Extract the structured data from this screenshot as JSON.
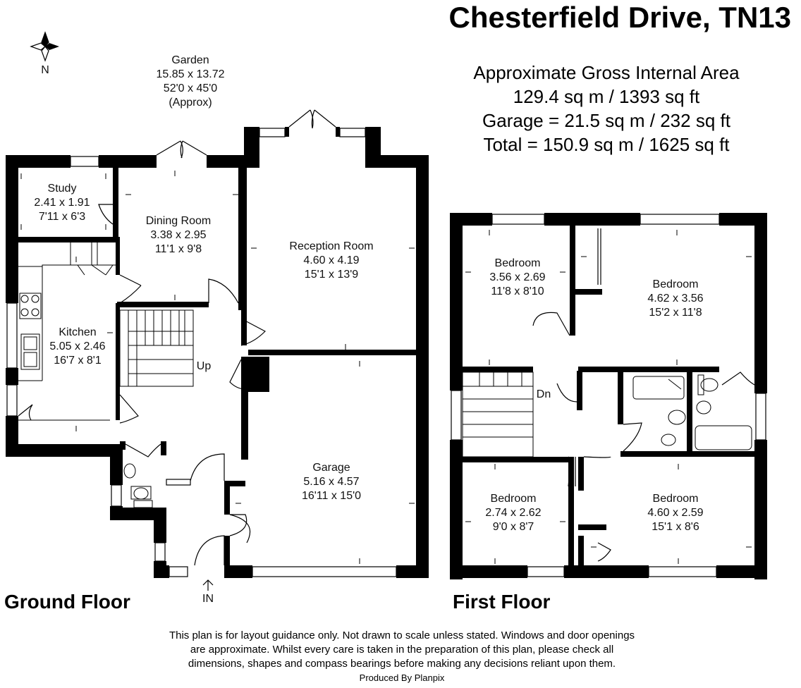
{
  "title": "Chesterfield Drive, TN13",
  "area": {
    "heading": "Approximate Gross Internal Area",
    "internal": "129.4 sq m / 1393 sq ft",
    "garage": "Garage = 21.5 sq m / 232 sq ft",
    "total": "Total = 150.9 sq m / 1625 sq ft"
  },
  "compass": {
    "label": "N"
  },
  "garden": {
    "name": "Garden",
    "metric": "15.85 x 13.72",
    "imperial": "52'0 x 45'0",
    "note": "(Approx)"
  },
  "ground_floor": {
    "label": "Ground Floor",
    "rooms": {
      "study": {
        "name": "Study",
        "metric": "2.41 x 1.91",
        "imperial": "7'11 x 6'3"
      },
      "dining": {
        "name": "Dining Room",
        "metric": "3.38 x 2.95",
        "imperial": "11'1 x 9'8"
      },
      "reception": {
        "name": "Reception Room",
        "metric": "4.60 x 4.19",
        "imperial": "15'1 x 13'9"
      },
      "kitchen": {
        "name": "Kitchen",
        "metric": "5.05 x 2.46",
        "imperial": "16'7 x 8'1"
      },
      "garage": {
        "name": "Garage",
        "metric": "5.16 x 4.57",
        "imperial": "16'11 x 15'0"
      }
    },
    "stairs_label": "Up",
    "entrance_label": "IN"
  },
  "first_floor": {
    "label": "First Floor",
    "rooms": {
      "bedroom1": {
        "name": "Bedroom",
        "metric": "3.56 x 2.69",
        "imperial": "11'8 x 8'10"
      },
      "bedroom2": {
        "name": "Bedroom",
        "metric": "4.62 x 3.56",
        "imperial": "15'2 x 11'8"
      },
      "bedroom3": {
        "name": "Bedroom",
        "metric": "2.74 x 2.62",
        "imperial": "9'0 x 8'7"
      },
      "bedroom4": {
        "name": "Bedroom",
        "metric": "4.60 x 2.59",
        "imperial": "15'1 x 8'6"
      }
    },
    "stairs_label": "Dn"
  },
  "disclaimer": {
    "line1": "This plan is for layout guidance only. Not drawn to scale unless stated. Windows and door openings",
    "line2": "are approximate. Whilst every care is taken in the preparation of this plan, please check all",
    "line3": "dimensions, shapes and compass bearings before making any decisions reliant upon them.",
    "line4": "Produced By Planpix"
  }
}
